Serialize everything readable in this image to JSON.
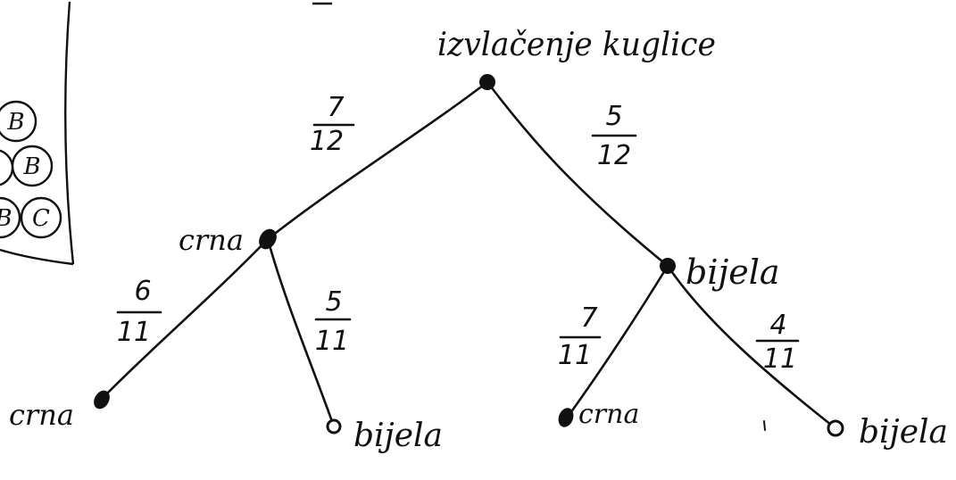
{
  "diagram": {
    "root_label": "izvlačenje kuglice",
    "edges": {
      "root_crna": {
        "num": "7",
        "den": "12"
      },
      "root_bijela": {
        "num": "5",
        "den": "12"
      },
      "crna_crna": {
        "num": "6",
        "den": "11"
      },
      "crna_bijela": {
        "num": "5",
        "den": "11"
      },
      "bijela_crna": {
        "num": "7",
        "den": "11"
      },
      "bijela_bijela": {
        "num": "4",
        "den": "11"
      }
    },
    "level1": {
      "crna": "crna",
      "bijela": "bijela"
    },
    "level2": {
      "crna_crna": "crna",
      "crna_bijela": "bijela",
      "bijela_crna": "crna",
      "bijela_bijela": "bijela"
    },
    "box": {
      "balls": [
        "B",
        "B",
        "B",
        "C"
      ]
    }
  }
}
